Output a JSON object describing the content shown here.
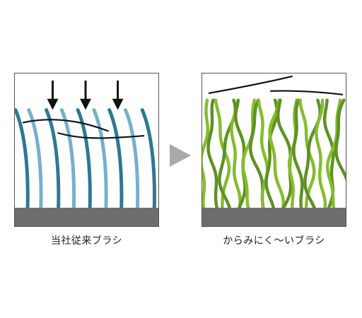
{
  "left_panel": {
    "caption": "当社従来ブラシ",
    "bristle_colors": [
      "#2e7893",
      "#74b1c9"
    ],
    "base_color": "#6d6d6d",
    "pressure_arrow_count": 3
  },
  "right_panel": {
    "caption": "からみにく〜いブラシ",
    "bristle_colors": [
      "#86bc2e",
      "#5f9125"
    ],
    "base_color": "#6d6d6d"
  },
  "transition_arrow": {
    "icon": "play-triangle-icon",
    "color": "#a9a9a9"
  }
}
